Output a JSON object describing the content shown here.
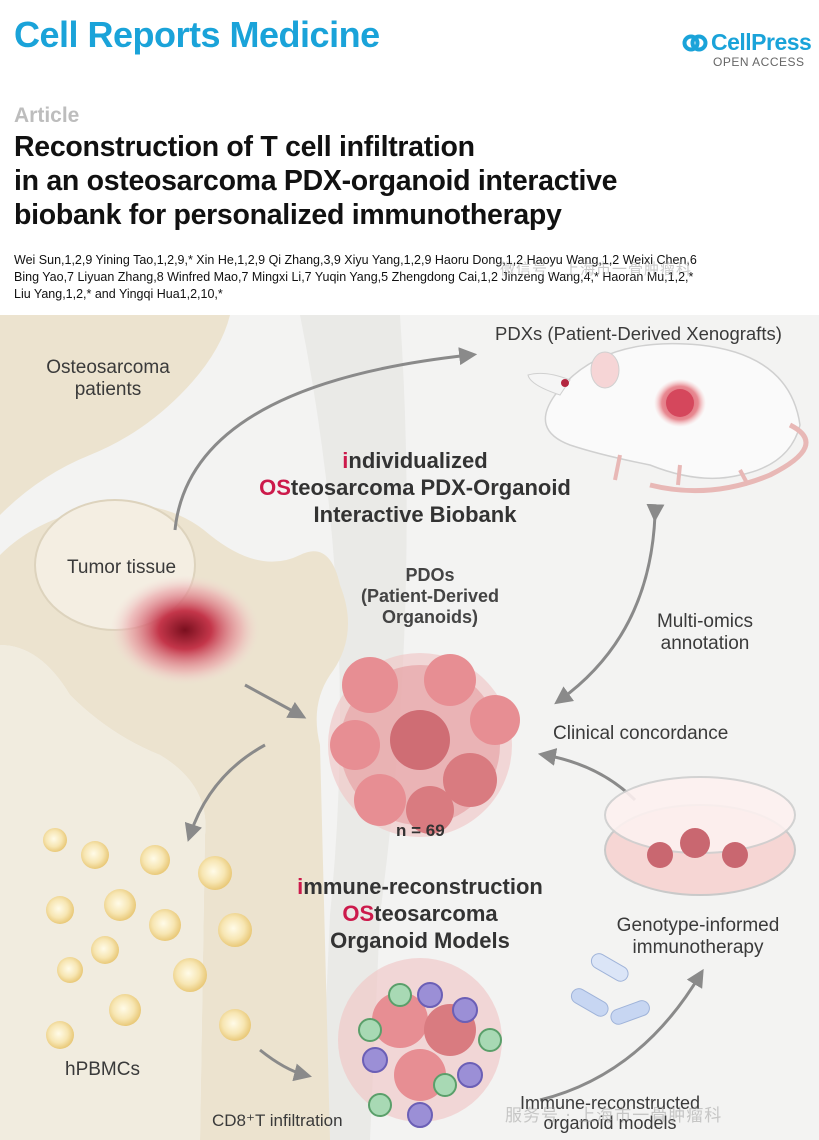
{
  "header": {
    "journal": "Cell Reports Medicine",
    "publisher": "CellPress",
    "access": "OPEN ACCESS",
    "article_type": "Article",
    "title_lines": [
      "Reconstruction of T cell infiltration",
      "in an osteosarcoma PDX-organoid interactive",
      "biobank for personalized immunotherapy"
    ],
    "author_lines": [
      "Wei Sun,1,2,9 Yining Tao,1,2,9,* Xin He,1,2,9 Qi Zhang,3,9 Xiyu Yang,1,2,9 Haoru Dong,1,2 Haoyu Wang,1,2 Weixi Chen,6",
      "Bing Yao,7 Liyuan Zhang,8 Winfred Mao,7 Mingxi Li,7 Yuqin Yang,5 Zhengdong Cai,1,2 Jinzeng Wang,4,* Haoran Mu,1,2,*",
      "Liu Yang,1,2,* and Yingqi Hua1,2,10,*"
    ]
  },
  "figure": {
    "patients": [
      "Osteosarcoma",
      "patients"
    ],
    "tumor_tissue": "Tumor tissue",
    "pdx": "PDXs (Patient-Derived Xenografts)",
    "biobank": {
      "l1_hl": "i",
      "l1_rest": "ndividualized",
      "l2_hl": "OS",
      "l2_rest": "teosarcoma PDX-Organoid",
      "l3": "Interactive Biobank"
    },
    "pdo": [
      "PDOs",
      "(Patient-Derived",
      "Organoids)"
    ],
    "multi_omics": [
      "Multi-omics",
      "annotation"
    ],
    "clinical": "Clinical concordance",
    "n": "n = 69",
    "immune": {
      "l1_hl": "i",
      "l1_rest": "mmune-reconstruction",
      "l2_hl": "OS",
      "l2_rest": "teosarcoma",
      "l3": "Organoid Models"
    },
    "genotype": [
      "Genotype-informed",
      "immunotherapy"
    ],
    "hpbmc": "hPBMCs",
    "cd8": "CD8⁺T infiltration",
    "reconstructed": [
      "Immune-reconstructed",
      "organoid models"
    ],
    "watermark_top": "微信号：上海市一骨肿瘤科",
    "watermark_bottom": "服务号 · 上海市一骨肿瘤科"
  }
}
